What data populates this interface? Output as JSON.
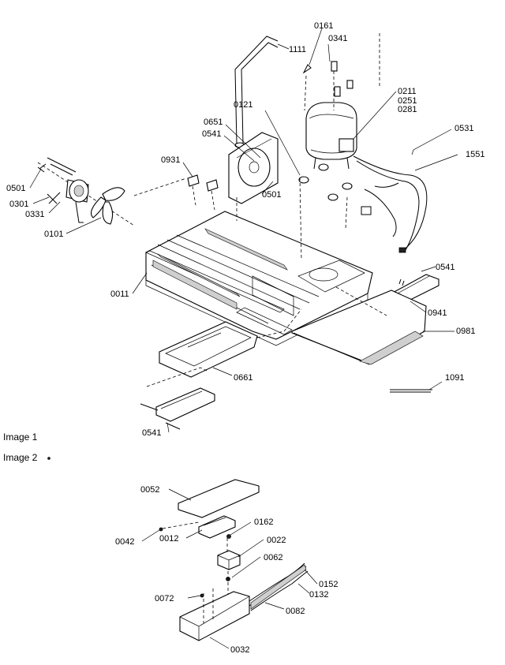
{
  "sections": {
    "image1": "Image 1",
    "image2": "Image 2"
  },
  "labels": {
    "p0161": "0161",
    "p0341": "0341",
    "p1111": "1111",
    "p0211": "0211",
    "p0251": "0251",
    "p0281": "0281",
    "p0121": "0121",
    "p0651": "0651",
    "p0541a": "0541",
    "p0531": "0531",
    "p1551": "1551",
    "p0931": "0931",
    "p0501a": "0501",
    "p0501b": "0501",
    "p0301": "0301",
    "p0331": "0331",
    "p0101": "0101",
    "p0541b": "0541",
    "p0011": "0011",
    "p0941": "0941",
    "p0981": "0981",
    "p0661": "0661",
    "p1091": "1091",
    "p0541c": "0541",
    "p0052": "0052",
    "p0042": "0042",
    "p0012": "0012",
    "p0162": "0162",
    "p0022": "0022",
    "p0062": "0062",
    "p0072": "0072",
    "p0152": "0152",
    "p0132": "0132",
    "p0082": "0082",
    "p0032": "0032"
  }
}
